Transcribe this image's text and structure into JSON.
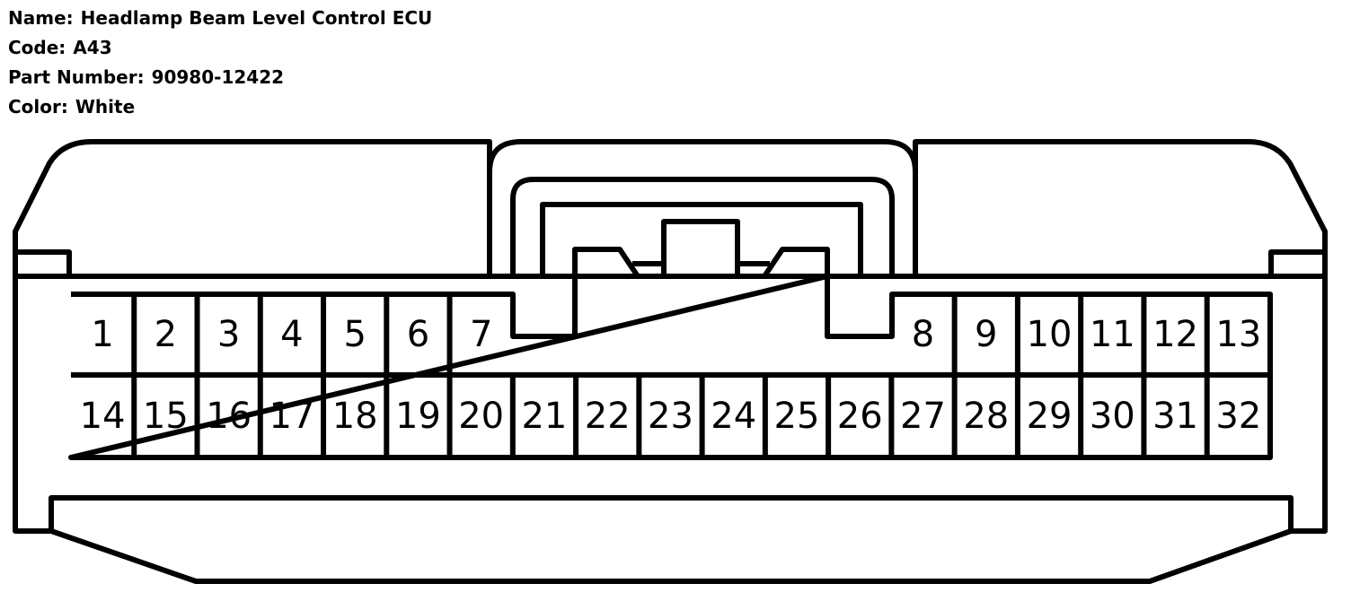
{
  "info": {
    "name_label": "Name:",
    "name_value": "Headlamp Beam Level Control ECU",
    "code_label": "Code:",
    "code_value": "A43",
    "part_label": "Part Number:",
    "part_value": "90980-12422",
    "color_label": "Color:",
    "color_value": "White"
  },
  "connector": {
    "top_row": [
      "1",
      "2",
      "3",
      "4",
      "5",
      "6",
      "7",
      "8",
      "9",
      "10",
      "11",
      "12",
      "13"
    ],
    "bottom_row": [
      "14",
      "15",
      "16",
      "17",
      "18",
      "19",
      "20",
      "21",
      "22",
      "23",
      "24",
      "25",
      "26",
      "27",
      "28",
      "29",
      "30",
      "31",
      "32"
    ]
  }
}
